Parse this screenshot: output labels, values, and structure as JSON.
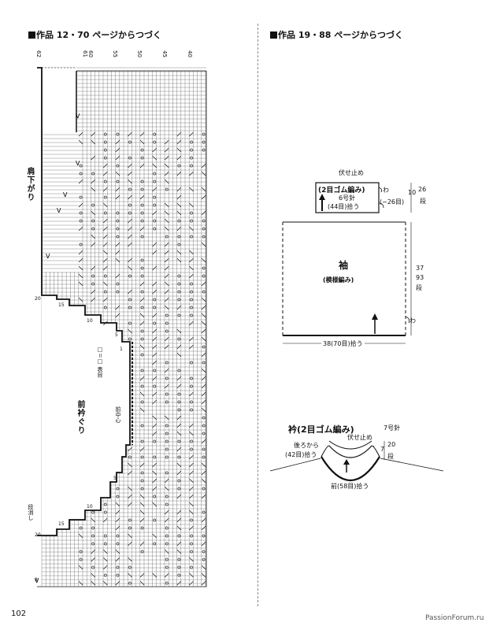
{
  "left": {
    "heading": "作品 12・70 ページからつづく",
    "col_numbers": [
      "62",
      "61",
      "60",
      "55",
      "50",
      "45",
      "40"
    ],
    "row_numbers": [
      "20",
      "15",
      "10",
      "5",
      "1",
      "5",
      "10",
      "15",
      "20",
      "8"
    ],
    "label_shoulder": "肩下がり",
    "label_neck": "前衿ぐり",
    "label_center": "前中心",
    "label_legend": "□＝□ 表目",
    "label_dankeshi": "段消し"
  },
  "right": {
    "heading": "作品 19・88 ページからつづく",
    "sleeve": {
      "bind_off": "伏せ止め",
      "rib_title": "(2目ゴム編み)",
      "needle": "6号針",
      "pickup": "(44目)拾う",
      "wa": "わ",
      "decrease": "(−26目)",
      "cuff_h": "10",
      "cuff_rows": "26",
      "cuff_dan": "段",
      "title": "袖",
      "pattern": "(模様編み)",
      "body_h": "37",
      "body_rows": "93",
      "body_dan": "段",
      "wa2": "わ",
      "bottom": "38(70目)拾う"
    },
    "collar": {
      "title": "衿",
      "rib": "(2目ゴム編み)",
      "needle": "7号針",
      "bind_off": "伏せ止め",
      "back_from": "後ろから",
      "back_pick": "(42目)拾う",
      "h": "7",
      "rows": "20",
      "dan": "段",
      "front_pick": "前(58目)拾う"
    }
  },
  "footer": {
    "page": "102",
    "watermark": "PassionForum.ru"
  }
}
